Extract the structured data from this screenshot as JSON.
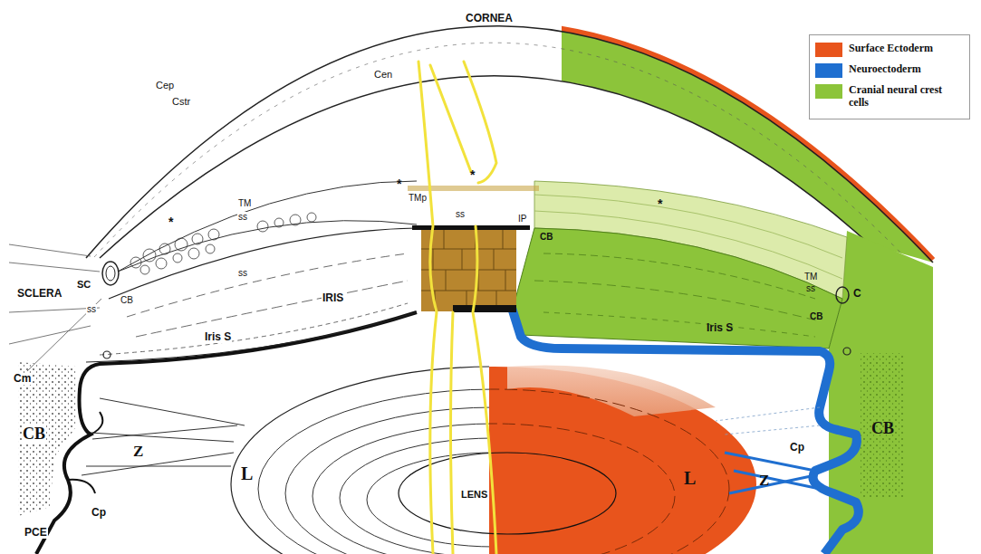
{
  "diagram": {
    "labels": [
      "CORNEA",
      "Cep",
      "Cstr",
      "Cen",
      "*",
      "*",
      "*",
      "*",
      "TM",
      "ss",
      "SC",
      "SCLERA",
      "ss",
      "ss",
      "CB",
      "IRIS",
      "Iris S",
      "Cm",
      "CB",
      "Z",
      "L",
      "PCE",
      "Cp",
      "LENS",
      "TMp",
      "ss",
      "IP",
      "CB",
      "TM",
      "ss",
      "C",
      "CB",
      "Iris S",
      "CB",
      "Cp",
      "Z",
      "L"
    ],
    "legend": [
      {
        "text": "Surface Ectoderm",
        "color": "#e8541c"
      },
      {
        "text": "Neuroectoderm",
        "color": "#1f6fd0"
      },
      {
        "text": "Cranial neural crest cells",
        "color": "#8cc43a"
      }
    ]
  }
}
